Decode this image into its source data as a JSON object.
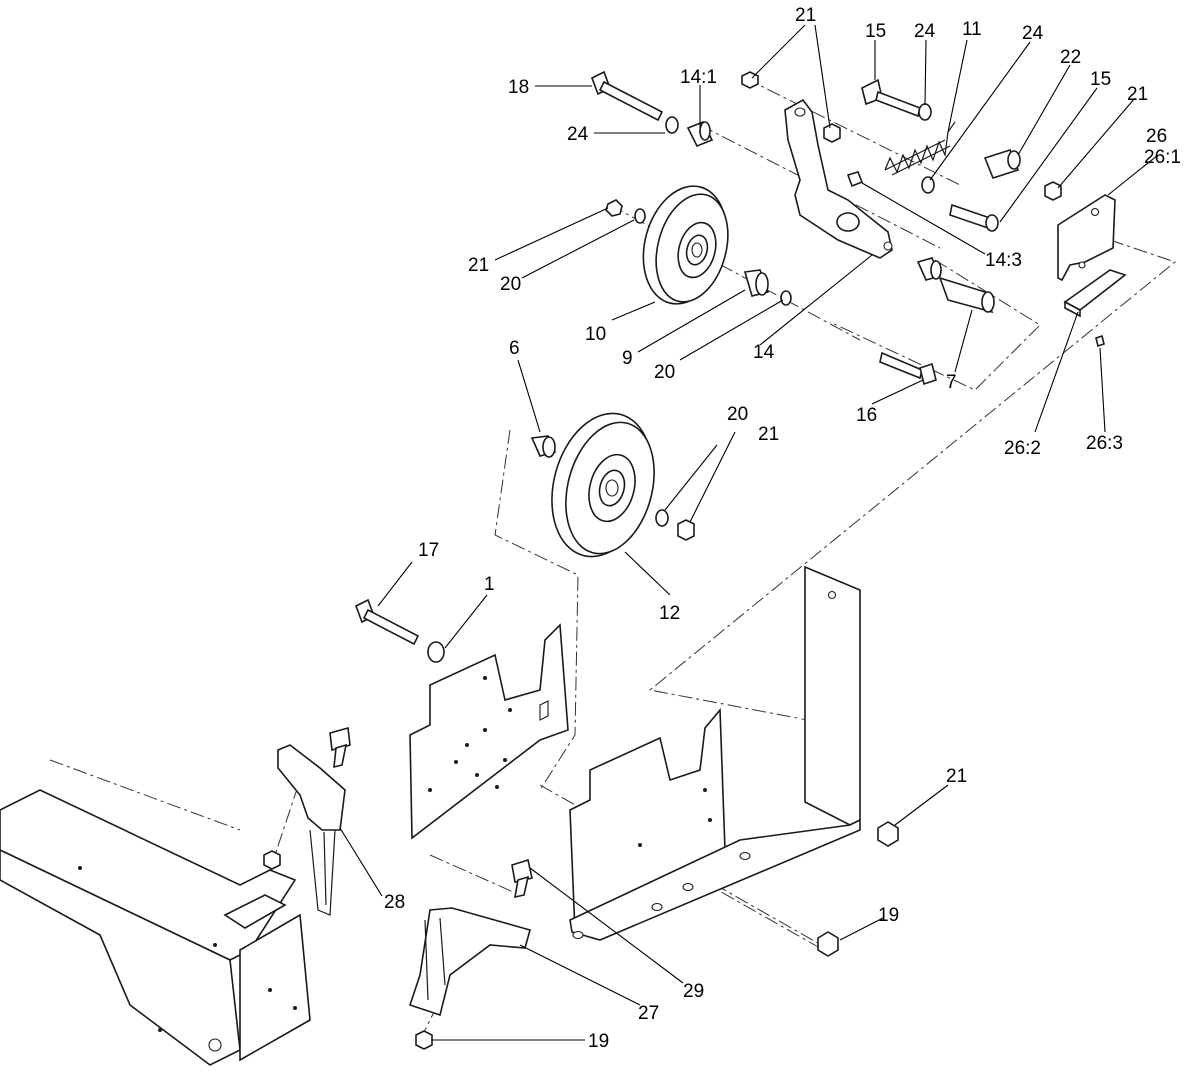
{
  "diagram": {
    "callouts": [
      {
        "id": "c21a",
        "text": "21"
      },
      {
        "id": "c15a",
        "text": "15"
      },
      {
        "id": "c24a",
        "text": "24"
      },
      {
        "id": "c11",
        "text": "11"
      },
      {
        "id": "c24b",
        "text": "24"
      },
      {
        "id": "c22",
        "text": "22"
      },
      {
        "id": "c15b",
        "text": "15"
      },
      {
        "id": "c21b",
        "text": "21"
      },
      {
        "id": "c26",
        "text": "26"
      },
      {
        "id": "c26_1",
        "text": "26:1"
      },
      {
        "id": "c18",
        "text": "18"
      },
      {
        "id": "c14_1",
        "text": "14:1"
      },
      {
        "id": "c24c",
        "text": "24"
      },
      {
        "id": "c21c",
        "text": "21"
      },
      {
        "id": "c20a",
        "text": "20"
      },
      {
        "id": "c14_3",
        "text": "14:3"
      },
      {
        "id": "c10",
        "text": "10"
      },
      {
        "id": "c9",
        "text": "9"
      },
      {
        "id": "c20b",
        "text": "20"
      },
      {
        "id": "c14",
        "text": "14"
      },
      {
        "id": "c7",
        "text": "7"
      },
      {
        "id": "c16",
        "text": "16"
      },
      {
        "id": "c26_2",
        "text": "26:2"
      },
      {
        "id": "c26_3",
        "text": "26:3"
      },
      {
        "id": "c6",
        "text": "6"
      },
      {
        "id": "c20c",
        "text": "20"
      },
      {
        "id": "c21d",
        "text": "21"
      },
      {
        "id": "c12",
        "text": "12"
      },
      {
        "id": "c17",
        "text": "17"
      },
      {
        "id": "c1",
        "text": "1"
      },
      {
        "id": "c21e",
        "text": "21"
      },
      {
        "id": "c28",
        "text": "28"
      },
      {
        "id": "c19a",
        "text": "19"
      },
      {
        "id": "c29",
        "text": "29"
      },
      {
        "id": "c27",
        "text": "27"
      },
      {
        "id": "c19b",
        "text": "19"
      }
    ]
  }
}
